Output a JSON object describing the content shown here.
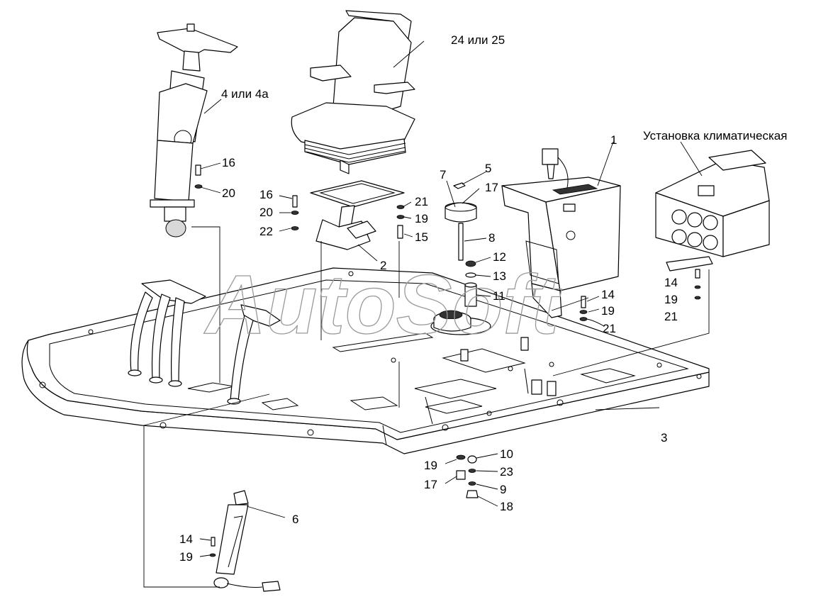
{
  "diagram": {
    "labels": [
      {
        "id": "p24",
        "text": "24 или 25"
      },
      {
        "id": "p4",
        "text": "4 или 4а"
      },
      {
        "id": "clim",
        "text": "Установка климатическая"
      },
      {
        "id": "p1",
        "text": "1"
      },
      {
        "id": "p7",
        "text": "7"
      },
      {
        "id": "p5",
        "text": "5"
      },
      {
        "id": "p17a",
        "text": "17"
      },
      {
        "id": "p16a",
        "text": "16"
      },
      {
        "id": "p20a",
        "text": "20"
      },
      {
        "id": "p16b",
        "text": "16"
      },
      {
        "id": "p20b",
        "text": "20"
      },
      {
        "id": "p22",
        "text": "22"
      },
      {
        "id": "p21a",
        "text": "21"
      },
      {
        "id": "p19a",
        "text": "19"
      },
      {
        "id": "p15",
        "text": "15"
      },
      {
        "id": "p2",
        "text": "2"
      },
      {
        "id": "p8",
        "text": "8"
      },
      {
        "id": "p12",
        "text": "12"
      },
      {
        "id": "p13",
        "text": "13"
      },
      {
        "id": "p11",
        "text": "11"
      },
      {
        "id": "p14a",
        "text": "14"
      },
      {
        "id": "p19b",
        "text": "19"
      },
      {
        "id": "p21b",
        "text": "21"
      },
      {
        "id": "p14b",
        "text": "14"
      },
      {
        "id": "p19c",
        "text": "19"
      },
      {
        "id": "p21c",
        "text": "21"
      },
      {
        "id": "p3",
        "text": "3"
      },
      {
        "id": "p10",
        "text": "10"
      },
      {
        "id": "p19d",
        "text": "19"
      },
      {
        "id": "p23",
        "text": "23"
      },
      {
        "id": "p17b",
        "text": "17"
      },
      {
        "id": "p9",
        "text": "9"
      },
      {
        "id": "p18",
        "text": "18"
      },
      {
        "id": "p6",
        "text": "6"
      },
      {
        "id": "p14c",
        "text": "14"
      },
      {
        "id": "p19e",
        "text": "19"
      }
    ],
    "watermark": "AutoSoft"
  }
}
